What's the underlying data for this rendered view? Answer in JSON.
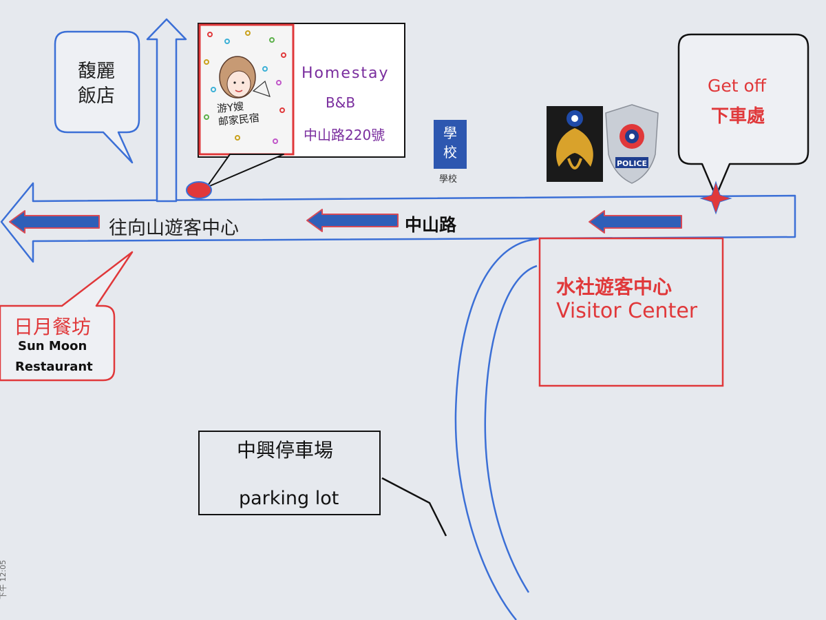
{
  "landmarks": {
    "fuli_hotel": {
      "name": "馥麗\n飯店"
    },
    "homestay": {
      "name_en": "Homestay",
      "type": "B&B",
      "address": "中山路220號",
      "sign_text": "游Y嫂\n邮家民宿"
    },
    "school": {
      "sign": "學\n校",
      "caption": "學校"
    },
    "police": {
      "badge_text": "POLICE"
    },
    "get_off": {
      "label_en": "Get off",
      "label_zh": "下車處"
    },
    "visitor_center": {
      "name_zh": "水社遊客中心",
      "name_en": "Visitor Center"
    },
    "restaurant": {
      "name_zh": "日月餐坊",
      "name_en_line1": "Sun Moon",
      "name_en_line2": "Restaurant"
    },
    "parking": {
      "name_zh": "中興停車場",
      "name_en": "parking lot"
    }
  },
  "road": {
    "direction_label": "往向山遊客中心",
    "name": "中山路"
  },
  "photo_stamp": "下午 12:05",
  "colors": {
    "background": "#e6e9ee",
    "road_outline": "#3b6fd6",
    "accent_red": "#e0383a",
    "homestay_purple": "#7a2e9e",
    "arrow_fill": "#2f5fb8",
    "arrow_edge": "#d84a55",
    "school_blue": "#2d57b0"
  }
}
